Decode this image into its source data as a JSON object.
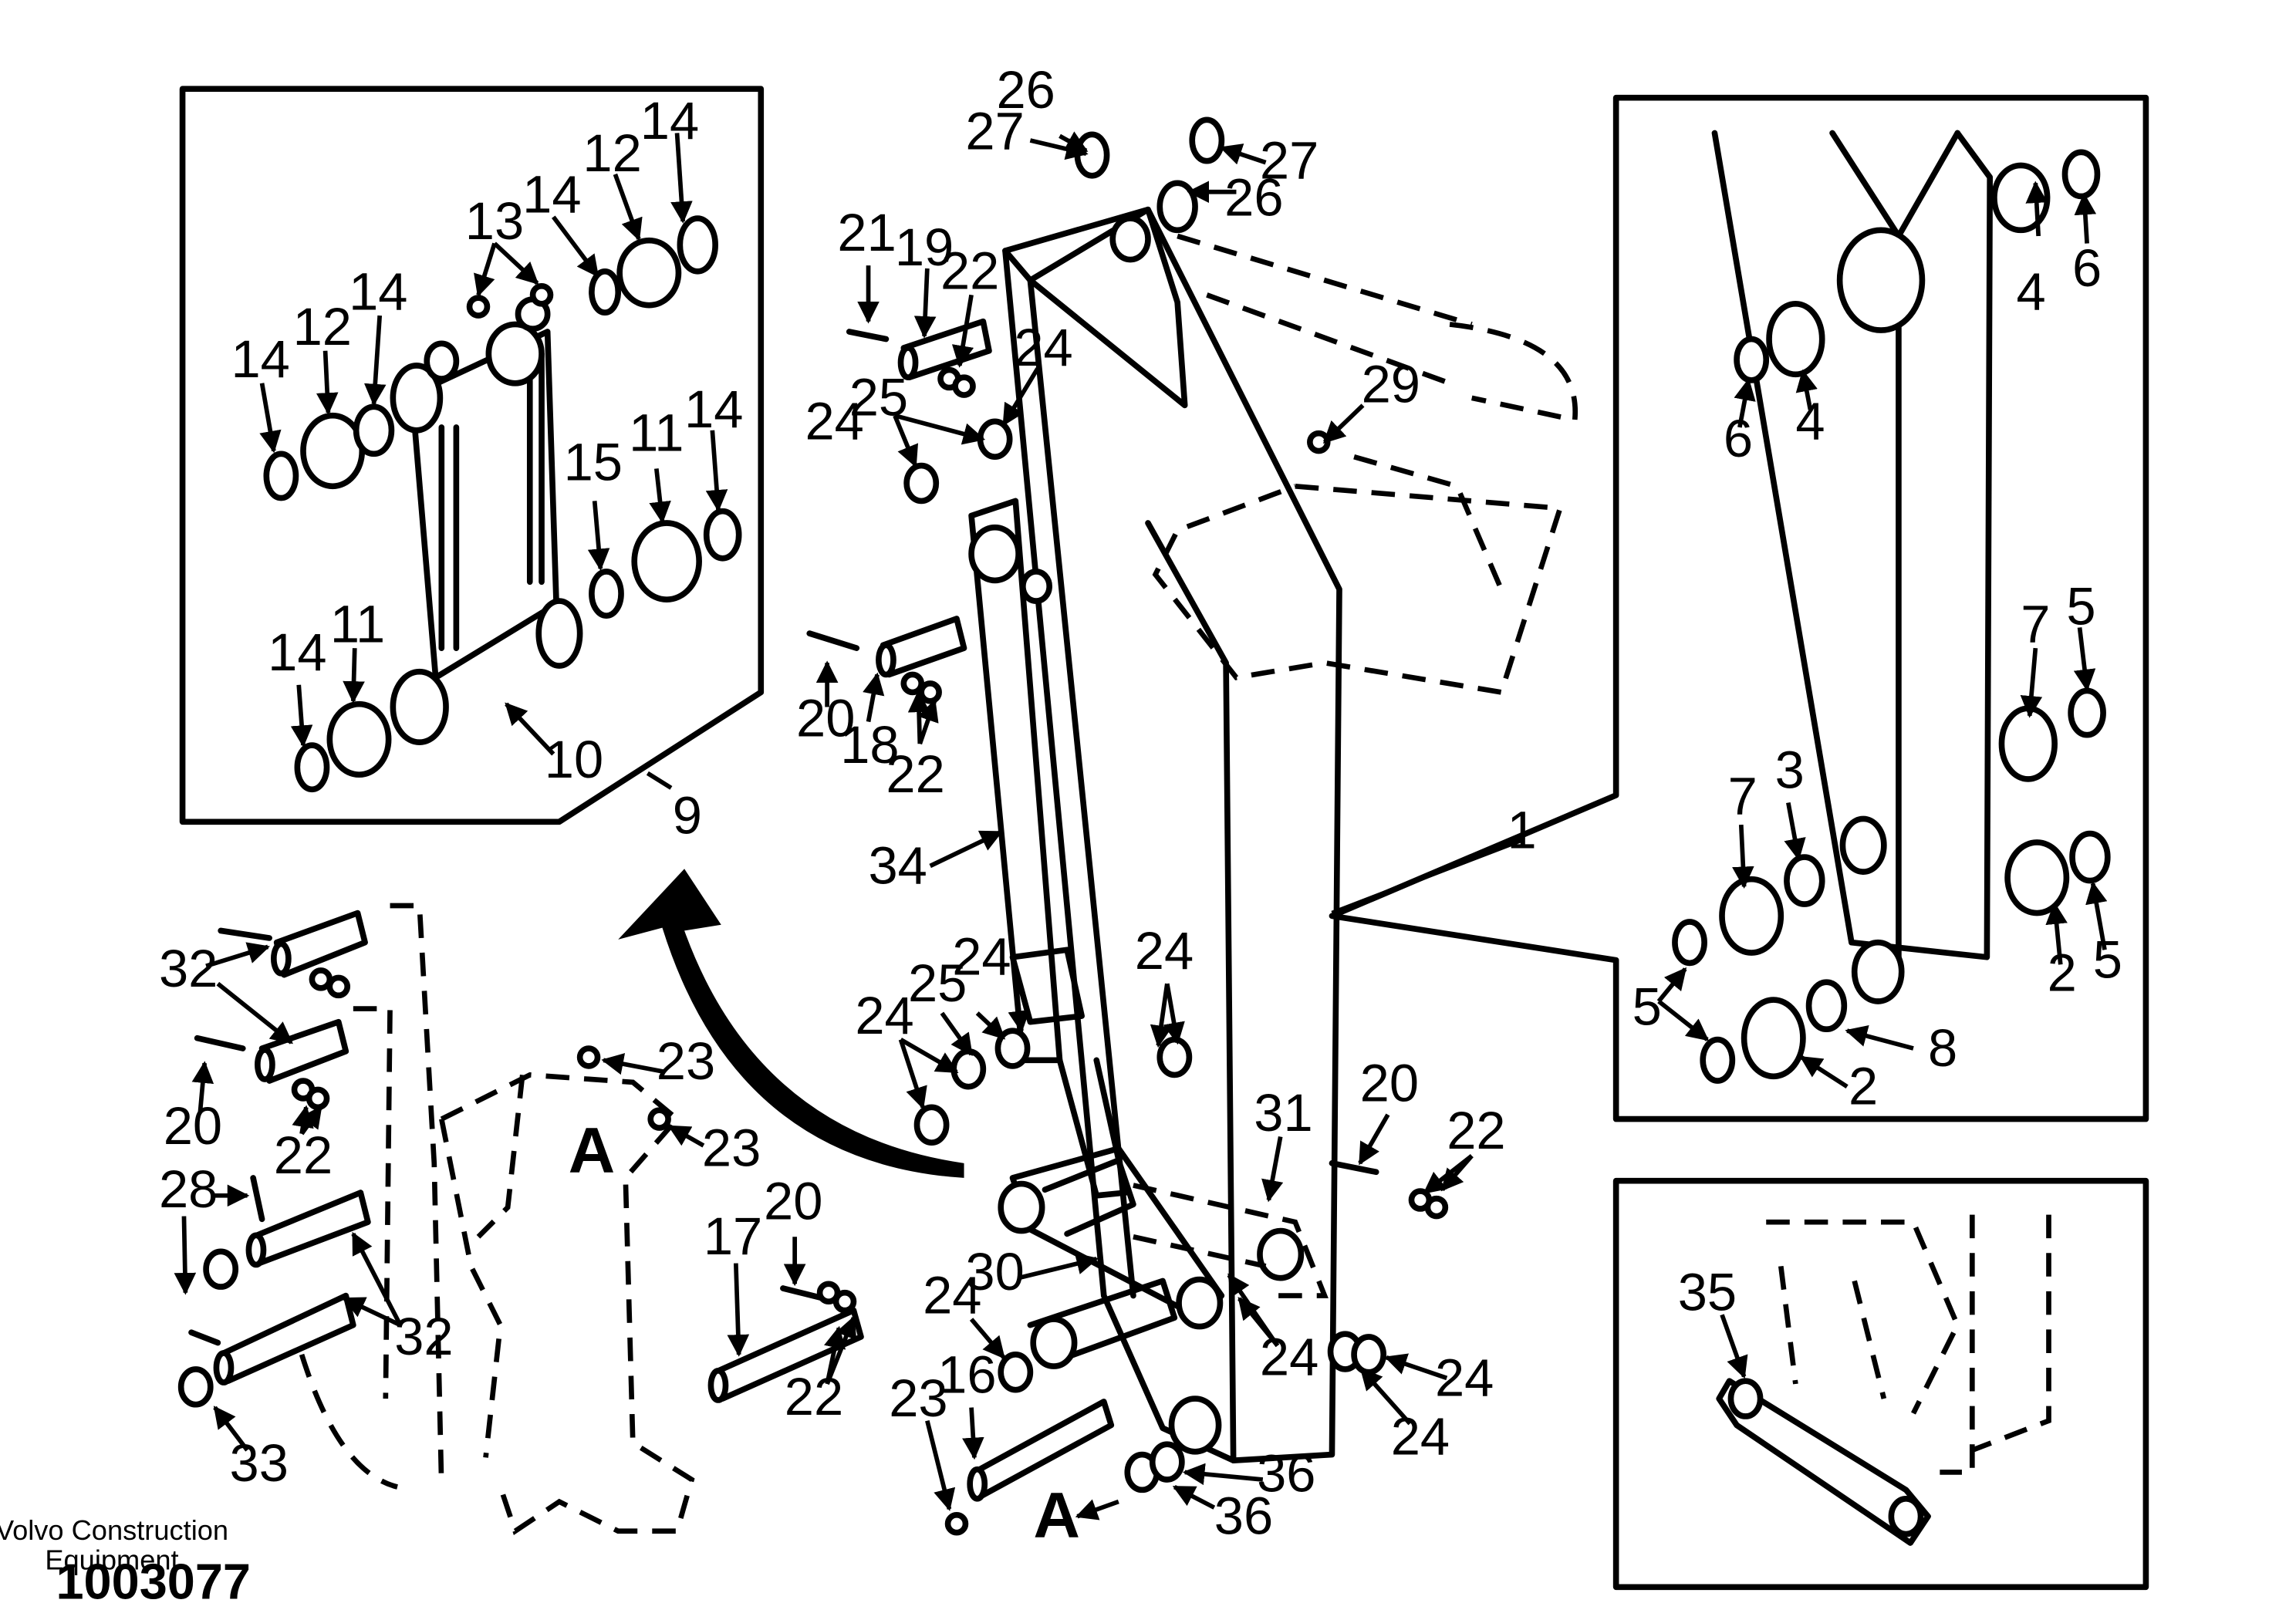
{
  "footer": {
    "company_line1": "Volvo Construction",
    "company_line2": "Equipment",
    "document_number": "1003077"
  },
  "markers": {
    "section_a": "A"
  },
  "callouts": [
    "26",
    "27",
    "27",
    "26",
    "21",
    "19",
    "22",
    "24",
    "25",
    "24",
    "29",
    "12",
    "14",
    "13",
    "14",
    "12",
    "14",
    "14",
    "12",
    "11",
    "14",
    "15",
    "14",
    "11",
    "10",
    "9",
    "6",
    "4",
    "4",
    "6",
    "7",
    "5",
    "3",
    "7",
    "5",
    "2",
    "5",
    "8",
    "2",
    "1",
    "35",
    "20",
    "18",
    "22",
    "34",
    "32",
    "20",
    "22",
    "23",
    "23",
    "28",
    "32",
    "33",
    "25",
    "24",
    "24",
    "24",
    "24",
    "30",
    "31",
    "20",
    "22",
    "17",
    "20",
    "22",
    "16",
    "23",
    "24",
    "24",
    "24",
    "36",
    "36",
    "24"
  ],
  "colors": {
    "ink": "#000000",
    "background": "#ffffff"
  }
}
